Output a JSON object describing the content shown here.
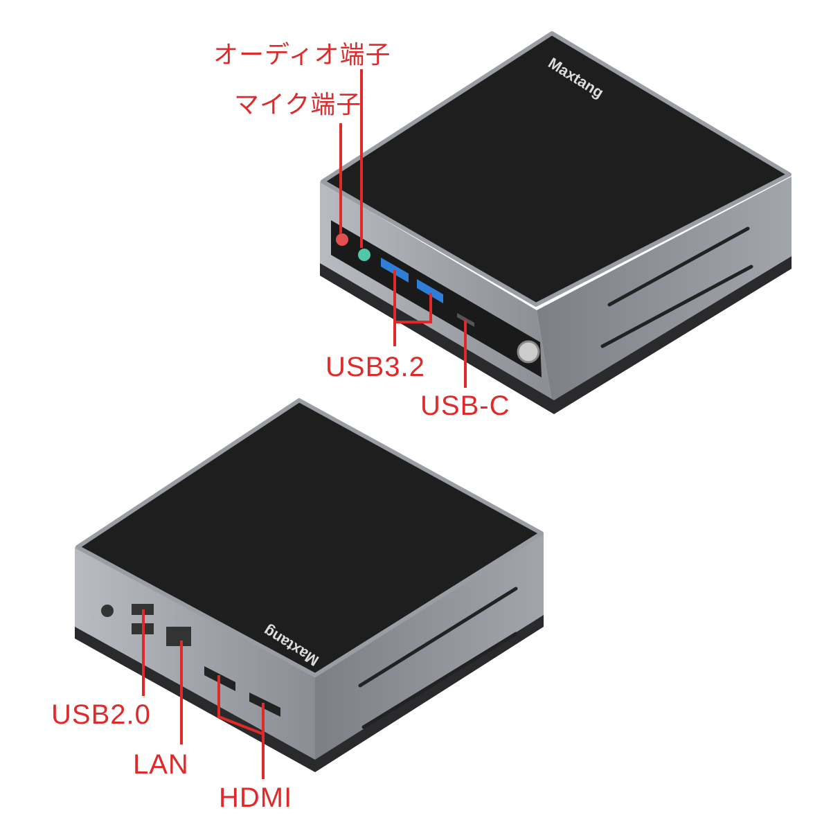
{
  "brand": "Maxtang",
  "colors": {
    "label": "#e02a2a",
    "top": "#1e1e1e",
    "body": "#8c9096",
    "accent_usb": "#2f7fd8"
  },
  "front_labels": {
    "audio": "オーディオ端子",
    "mic": "マイク端子",
    "usb32": "USB3.2",
    "usbc": "USB-C"
  },
  "rear_labels": {
    "usb20": "USB2.0",
    "lan": "LAN",
    "hdmi": "HDMI"
  }
}
